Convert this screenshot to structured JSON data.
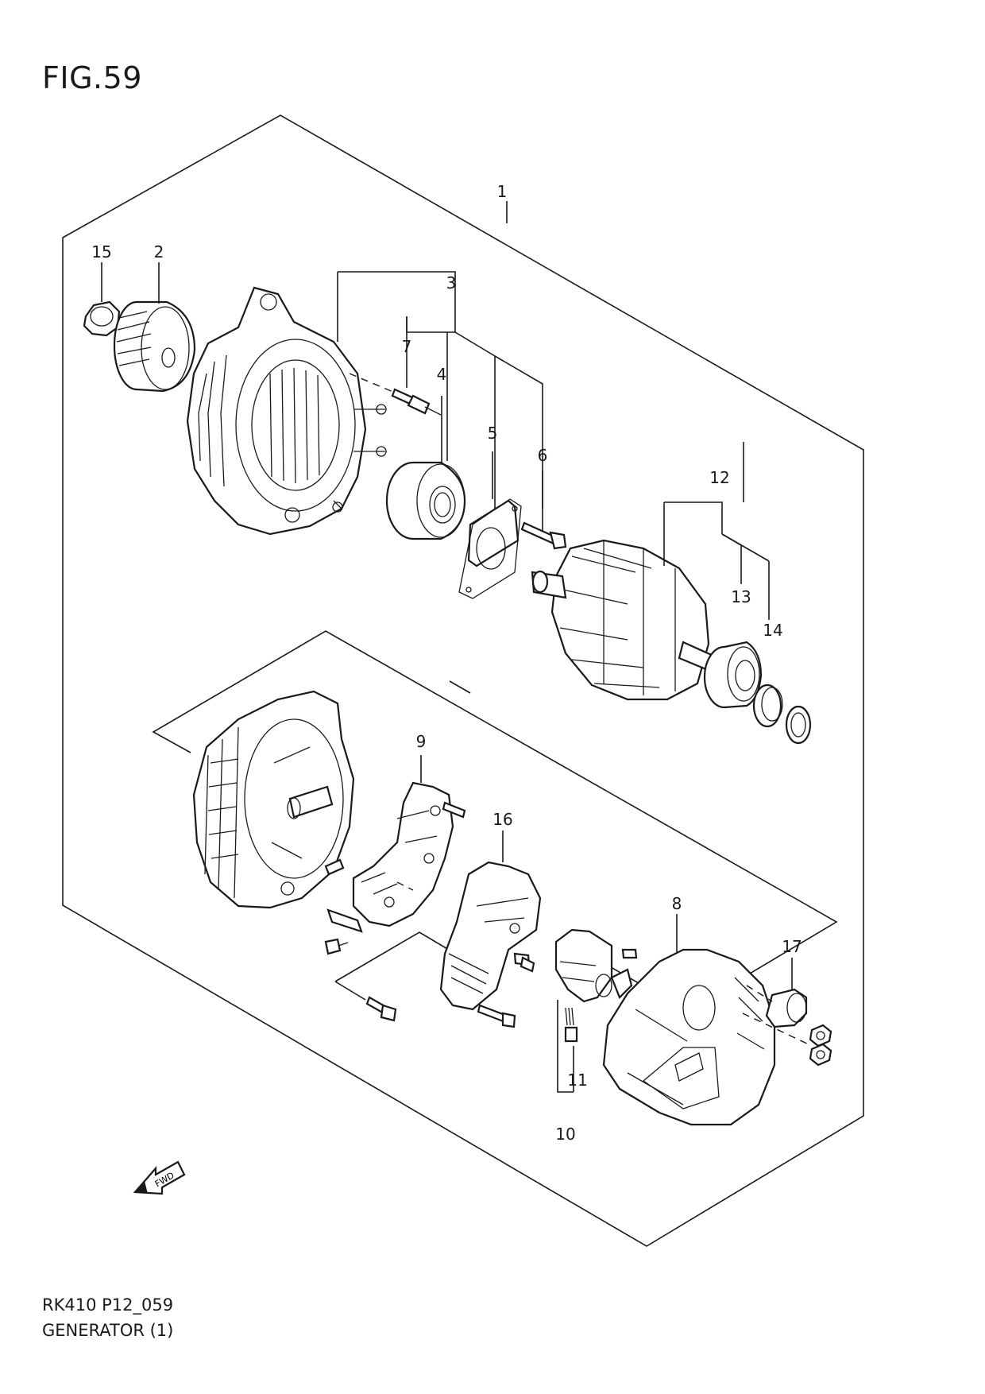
{
  "figure_title": "FIG.59",
  "model_code": "RK410 P12_059",
  "section_name": "GENERATOR (1)",
  "fwd_label": "FWD",
  "callouts": [
    {
      "id": "c1",
      "label": "1"
    },
    {
      "id": "c2",
      "label": "2"
    },
    {
      "id": "c3",
      "label": "3"
    },
    {
      "id": "c4",
      "label": "4"
    },
    {
      "id": "c5",
      "label": "5"
    },
    {
      "id": "c6",
      "label": "6"
    },
    {
      "id": "c7",
      "label": "7"
    },
    {
      "id": "c8",
      "label": "8"
    },
    {
      "id": "c9",
      "label": "9"
    },
    {
      "id": "c10",
      "label": "10"
    },
    {
      "id": "c11",
      "label": "11"
    },
    {
      "id": "c12",
      "label": "12"
    },
    {
      "id": "c13",
      "label": "13"
    },
    {
      "id": "c14",
      "label": "14"
    },
    {
      "id": "c15",
      "label": "15"
    },
    {
      "id": "c16",
      "label": "16"
    },
    {
      "id": "c17",
      "label": "17"
    }
  ]
}
